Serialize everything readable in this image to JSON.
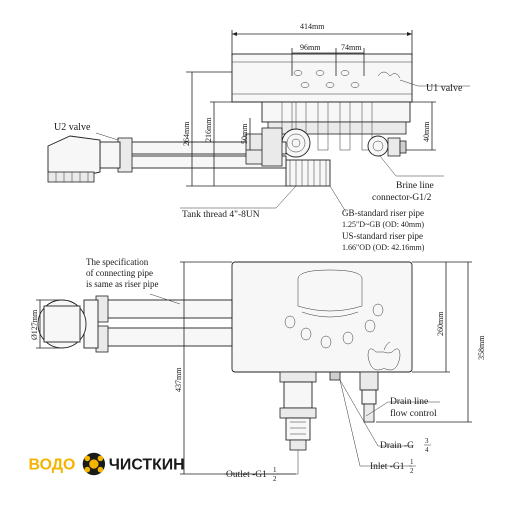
{
  "labels": {
    "u1_valve": "U1 valve",
    "u2_valve": "U2 valve",
    "tank_thread": "Tank thread 4\"-8UN",
    "brine_line_1": "Brine line",
    "brine_line_2": "connector-G1/2",
    "gb_riser_1": "GB-standard riser pipe",
    "gb_riser_2": "1.25\"D~GB (OD: 40mm)",
    "us_riser_1": "US-standard riser pipe",
    "us_riser_2": "1.66\"OD (OD: 42.16mm)",
    "spec_1": "The specification",
    "spec_2": "of connecting pipe",
    "spec_3": "is same as riser pipe",
    "drain_flow_1": "Drain line",
    "drain_flow_2": "flow control",
    "drain_g": "Drain -G",
    "drain_g_frac_num": "3",
    "drain_g_frac_den": "4",
    "inlet": "Inlet -G1",
    "inlet_frac_num": "1",
    "inlet_frac_den": "2",
    "outlet": "Outlet -G1",
    "outlet_frac_num": "1",
    "outlet_frac_den": "2"
  },
  "dimensions": {
    "width_414": "414mm",
    "d96": "96mm",
    "d74": "74mm",
    "h264": "264mm",
    "h216": "216mm",
    "h50": "50mm",
    "h40": "40mm",
    "d127": "Ø127mm",
    "h437": "437mm",
    "h260": "260mm",
    "h358": "358mm"
  },
  "logo": {
    "part1": "ВОДО",
    "part2": "ЧИСТКИН",
    "color1": "#f5b400",
    "color2": "#1a1a1a"
  }
}
